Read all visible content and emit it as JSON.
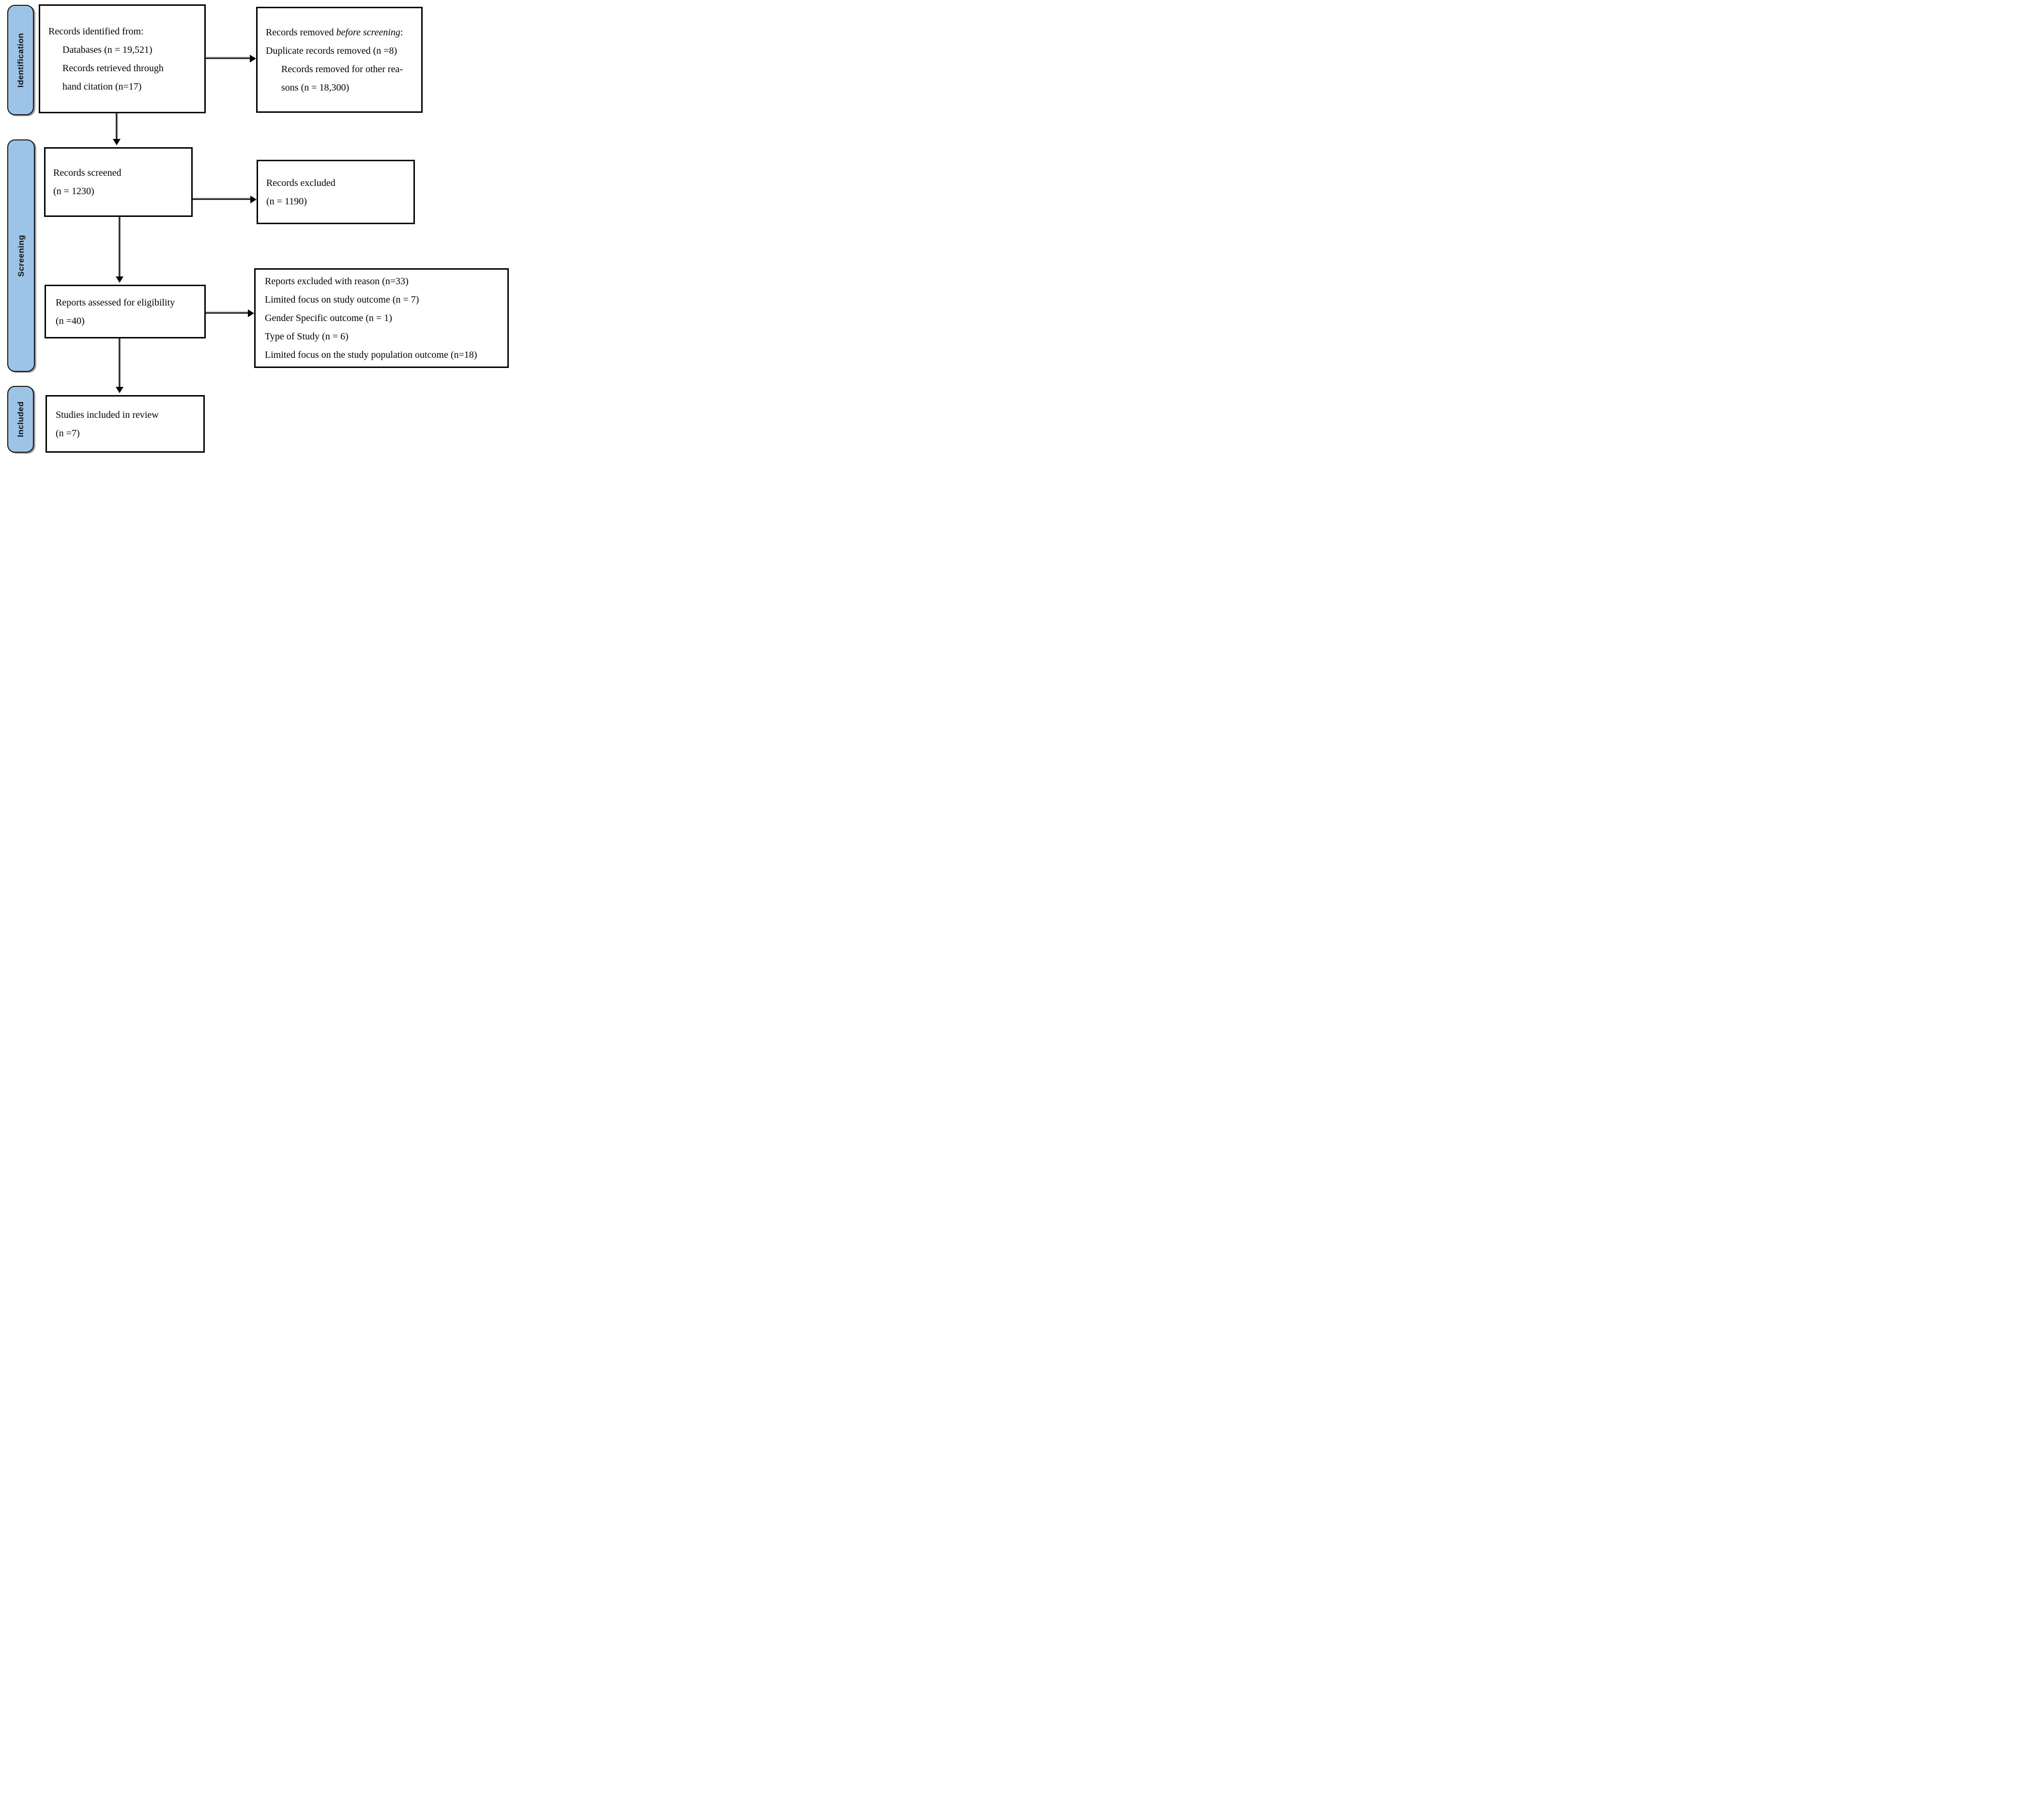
{
  "colors": {
    "stage_fill": "#9dc3e6",
    "stage_border": "#111111",
    "box_border": "#000000",
    "arrow": "#2e2e2e",
    "text": "#000000"
  },
  "stages": [
    {
      "label": "Identification"
    },
    {
      "label": "Screening"
    },
    {
      "label": "Included"
    }
  ],
  "boxes": {
    "identified": {
      "lines": [
        "Records identified from:",
        "Databases (n = 19,521)",
        "Records retrieved through",
        "hand citation (n=17)"
      ]
    },
    "removed": {
      "line1_prefix": "Records removed ",
      "line1_italic": "before screening",
      "line1_suffix": ":",
      "lines": [
        "Duplicate records removed (n =8)",
        "Records removed for other rea-",
        "sons (n = 18,300)"
      ]
    },
    "screened": {
      "lines": [
        "Records screened",
        "(n = 1230)"
      ]
    },
    "records_excluded": {
      "lines": [
        "Records excluded",
        "(n = 1190)"
      ]
    },
    "assessed": {
      "lines": [
        "Reports assessed for eligibility",
        "(n =40)"
      ]
    },
    "reports_excluded": {
      "lines": [
        "Reports excluded with reason (n=33)",
        "Limited focus on study outcome (n = 7)",
        "Gender Specific outcome (n = 1)",
        "Type of Study (n = 6)",
        "Limited focus on the study population outcome (n=18)"
      ]
    },
    "included_studies": {
      "lines": [
        "Studies included in review",
        "(n =7)"
      ]
    }
  }
}
